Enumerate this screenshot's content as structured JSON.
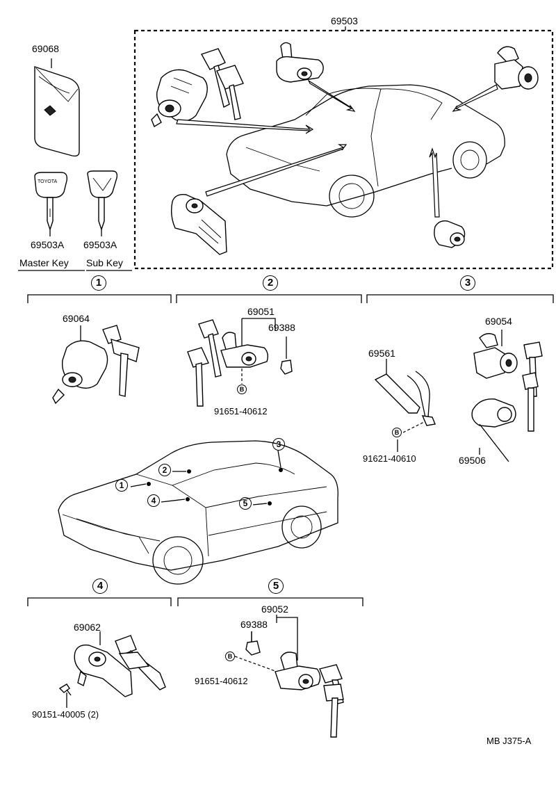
{
  "kit": {
    "number": "69503"
  },
  "key_cover": {
    "number": "69068"
  },
  "keys": {
    "master": {
      "number": "69503A",
      "caption": "Master Key",
      "brand": "TOYOTA"
    },
    "sub": {
      "number": "69503A",
      "caption": "Sub Key"
    }
  },
  "sections": [
    {
      "index": "1",
      "parts": [
        "69064"
      ]
    },
    {
      "index": "2",
      "parts": [
        "69051",
        "69388"
      ],
      "bolt_label": "B",
      "bolt_number": "91651-40612"
    },
    {
      "index": "3",
      "parts": [
        "69561",
        "69054",
        "69506"
      ],
      "bolt_label": "B",
      "bolt_number": "91621-40610"
    },
    {
      "index": "4",
      "parts": [
        "69062"
      ],
      "screw_number": "90151-40005 (2)"
    },
    {
      "index": "5",
      "parts": [
        "69052",
        "69388"
      ],
      "bolt_label": "B",
      "bolt_number": "91651-40612"
    }
  ],
  "car_callouts": [
    "1",
    "2",
    "3",
    "4",
    "5"
  ],
  "footer": {
    "code": "MB J375-A"
  },
  "icons": [
    "key-icon",
    "ignition-cylinder-icon",
    "door-lock-cylinder-icon",
    "hatch-lock-icon",
    "glove-box-lock-icon",
    "bolt-icon",
    "car-outline-icon"
  ]
}
